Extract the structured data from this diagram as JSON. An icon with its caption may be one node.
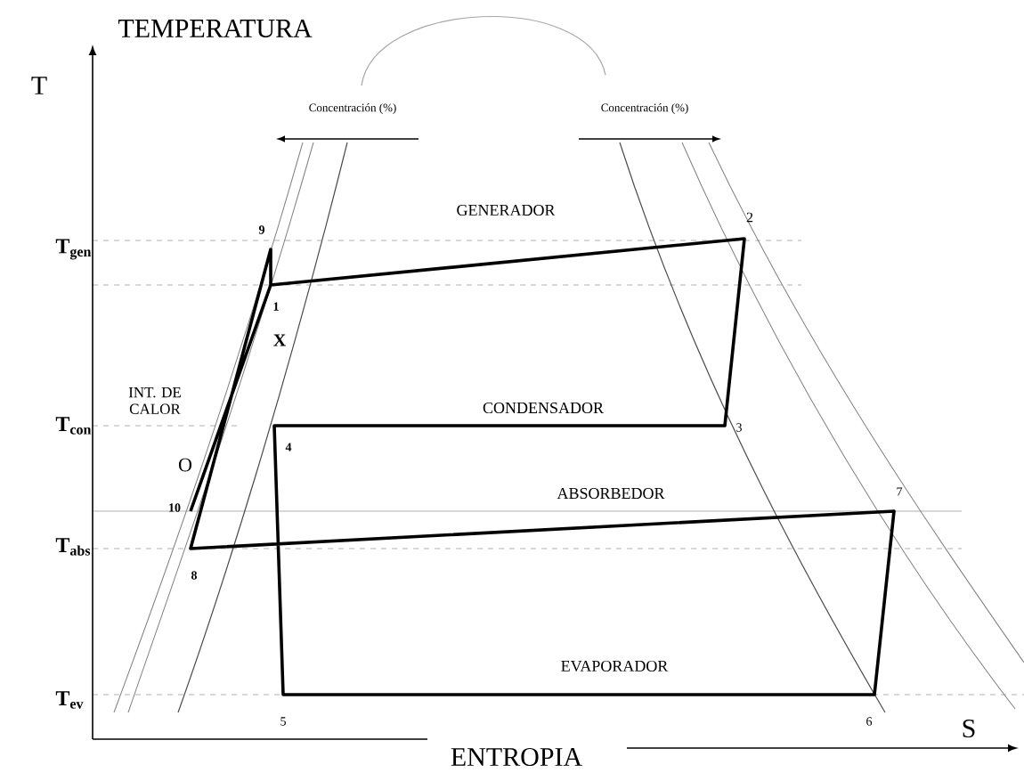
{
  "diagram": {
    "labels": [
      "TEMPERATURA",
      "T",
      "Concentración (%)",
      "Concentración (%)",
      "9",
      "GENERADOR",
      "2",
      "T$_{gen}$",
      "1",
      "X",
      "INT. DE CALOR",
      "T$_{con}$",
      "CONDENSADOR",
      "4",
      "3",
      "O",
      "10",
      "ABSORBEDOR",
      "7",
      "T$_{abs}$",
      "8",
      "EVAPORADOR",
      "T$_{ev}$",
      "5",
      "6",
      "ENTROPIA",
      "S"
    ]
  }
}
